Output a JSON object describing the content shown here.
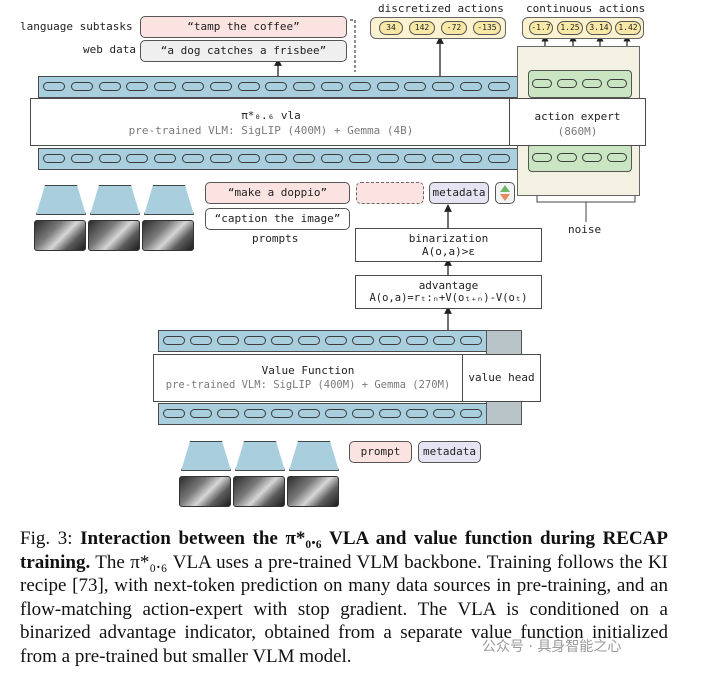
{
  "top_left": {
    "language_subtasks_label": "language subtasks",
    "web_data_label": "web data",
    "tamp_pill": "“tamp the coffee”",
    "frisbee_pill": "“a dog catches a frisbee”"
  },
  "outputs": {
    "discretized_label": "discretized actions",
    "discretized_values": [
      "34",
      "142",
      "-72",
      "-135"
    ],
    "continuous_label": "continuous actions",
    "continuous_values": [
      "-1.7",
      "1.25",
      "3.14",
      "1.42"
    ]
  },
  "vla": {
    "title": "π*₀.₆ vla",
    "subtitle": "pre-trained VLM: SigLIP (400M) + Gemma (4B)",
    "expert_title": "action expert",
    "expert_sub": "(860M)",
    "noise_label": "noise"
  },
  "prompts": {
    "doppio": "“make a doppio”",
    "caption": "“caption the image”",
    "prompts_label": "prompts",
    "metadata": "metadata"
  },
  "binarization": {
    "title": "binarization",
    "formula": "A(o,a)>ε"
  },
  "advantage": {
    "title": "advantage",
    "formula": "A(o,a)=rₜ:ₙ+V(oₜ₊ₙ)-V(oₜ)"
  },
  "value_fn": {
    "title": "Value Function",
    "subtitle": "pre-trained VLM: SigLIP (400M) + Gemma (270M)",
    "head": "value head",
    "prompt_pill": "prompt",
    "metadata_pill": "metadata"
  },
  "caption": {
    "fig_label": "Fig. 3:",
    "bold_part": "Interaction between the π*₀.₆ VLA and value function during RECAP training.",
    "body": "The π*₀.₆ VLA uses a pre-trained VLM backbone. Training follows the KI recipe [73], with next-token prediction on many data sources in pre-training, and an flow-matching action-expert with stop gradient. The VLA is conditioned on a binarized advantage indicator, obtained from a separate value function initialized from a pre-trained but smaller VLM model."
  },
  "watermark": "公众号 · 具身智能之心",
  "colors": {
    "band_blue": "#a9cedd",
    "expert_green": "#c9e5c2",
    "expert_panel": "#f3f1e2",
    "pink": "#fbe3e1",
    "lavender": "#e6e3f2",
    "yellow": "#f8e8a6",
    "citation_green": "#2ca02c"
  }
}
